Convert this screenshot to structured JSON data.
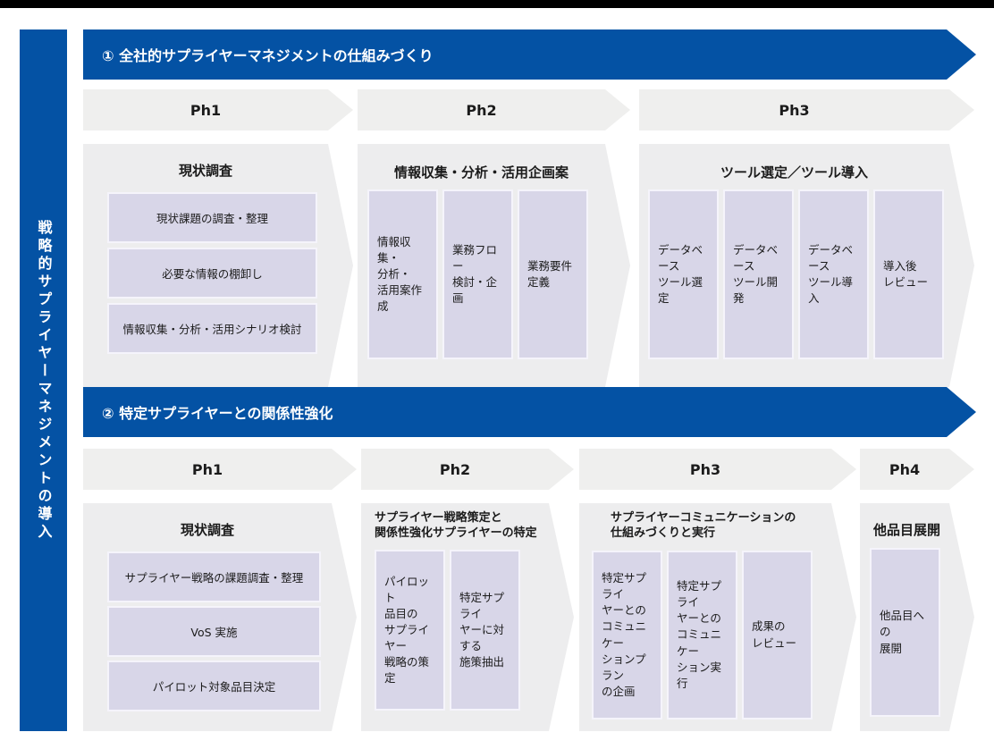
{
  "colors": {
    "primary_blue": "#0452a4",
    "top_bar_black": "#000000",
    "phase_arrow_gray": "#efefee",
    "block_gray": "#ededee",
    "item_purple": "#d8d6e8",
    "item_border": "#f5f4fb",
    "banner_text": "#ffffff",
    "body_text": "#1b1b1b"
  },
  "sidebar": {
    "title": "戦略的サプライヤーマネジメントの導入"
  },
  "sections": [
    {
      "banner": "① 全社的サプライヤーマネジメントの仕組みづくり",
      "phases": [
        {
          "label": "Ph1",
          "title": "現状調査",
          "items": [
            "現状課題の調査・整理",
            "必要な情報の棚卸し",
            "情報収集・分析・活用シナリオ検討"
          ]
        },
        {
          "label": "Ph2",
          "title": "情報収集・分析・活用企画案",
          "items": [
            "情報収集・\n分析・\n活用案作成",
            "業務フロー\n検討・企画",
            "業務要件\n定義"
          ]
        },
        {
          "label": "Ph3",
          "title": "ツール選定／ツール導入",
          "items": [
            "データベース\nツール選定",
            "データベース\nツール開発",
            "データベース\nツール導入",
            "導入後\nレビュー"
          ]
        }
      ]
    },
    {
      "banner": "② 特定サプライヤーとの関係性強化",
      "phases": [
        {
          "label": "Ph1",
          "title": "現状調査",
          "items": [
            "サプライヤー戦略の課題調査・整理",
            "VoS 実施",
            "パイロット対象品目決定"
          ]
        },
        {
          "label": "Ph2",
          "title": "サプライヤー戦略策定と\n関係性強化サプライヤーの特定",
          "items": [
            "パイロット\n品目の\nサプライヤー\n戦略の策定",
            "特定サプライ\nヤーに対する\n施策抽出"
          ]
        },
        {
          "label": "Ph3",
          "title": "サプライヤーコミュニケーションの\n仕組みづくりと実行",
          "items": [
            "特定サプライ\nヤーとの\nコミュニケー\nションプラン\nの企画",
            "特定サプライ\nヤーとの\nコミュニケー\nション実行",
            "成果の\nレビュー"
          ]
        },
        {
          "label": "Ph4",
          "title": "他品目展開",
          "items": [
            "他品目への\n展開"
          ]
        }
      ]
    }
  ]
}
